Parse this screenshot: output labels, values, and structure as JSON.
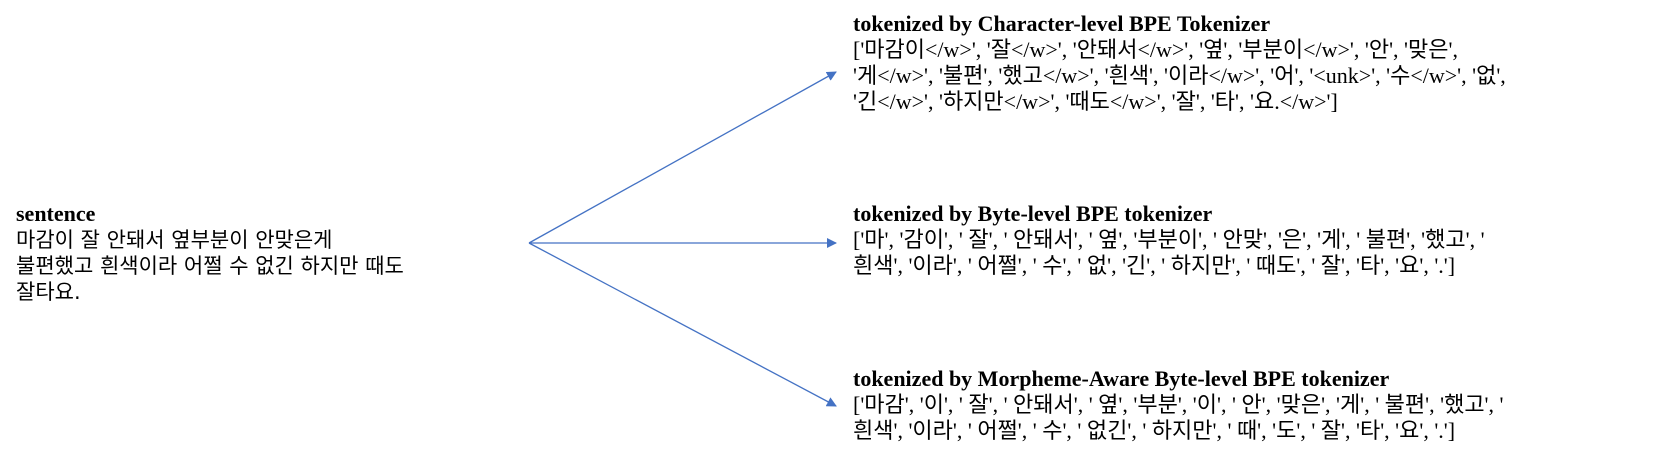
{
  "source": {
    "title": "sentence",
    "lines": [
      "마감이 잘 안돼서 옆부분이 안맞은게",
      "불편했고 흰색이라 어쩔 수 없긴 하지만 때도",
      "잘타요."
    ]
  },
  "outputs": [
    {
      "title": "tokenized by Character-level BPE Tokenizer",
      "lines": [
        "['마감이</w>', '잘</w>', '안돼서</w>', '옆', '부분이</w>', '안', '맞은',",
        "'게</w>', '불편', '했고</w>', '흰색', '이라</w>', '어', '<unk>', '수</w>', '없',",
        "'긴</w>', '하지만</w>', '때도</w>', '잘', '타', '요.</w>']"
      ]
    },
    {
      "title": "tokenized by Byte-level BPE tokenizer",
      "lines": [
        "['마', '감이', ' 잘', ' 안돼서', ' 옆', '부분이', ' 안맞', '은', '게', ' 불편', '했고', '",
        "흰색', '이라', ' 어쩔', ' 수', ' 없', '긴', ' 하지만', ' 때도', ' 잘', '타', '요', '.']"
      ]
    },
    {
      "title": "tokenized by Morpheme-Aware Byte-level BPE tokenizer",
      "lines": [
        "['마감', '이', ' 잘', ' 안돼서', ' 옆', '부분', '이', ' 안', '맞은', '게', ' 불편', '했고', '",
        "흰색', '이라', ' 어쩔', ' 수', ' 없긴', ' 하지만', ' 때', '도', ' 잘', '타', '요', '.']"
      ]
    }
  ],
  "colors": {
    "arrow": "#4472c4",
    "text": "#000000"
  }
}
